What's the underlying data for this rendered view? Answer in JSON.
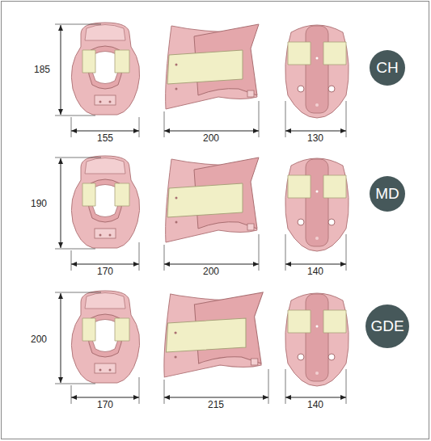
{
  "diagram": {
    "nodes": [
      {
        "text": [
          "CH"
        ]
      },
      {
        "text": [
          "MD"
        ]
      },
      {
        "text": [
          "GDE"
        ]
      }
    ],
    "labels": [
      "185",
      "155",
      "200",
      "130",
      "190",
      "170",
      "200",
      "140",
      "200",
      "170",
      "215",
      "140"
    ]
  }
}
